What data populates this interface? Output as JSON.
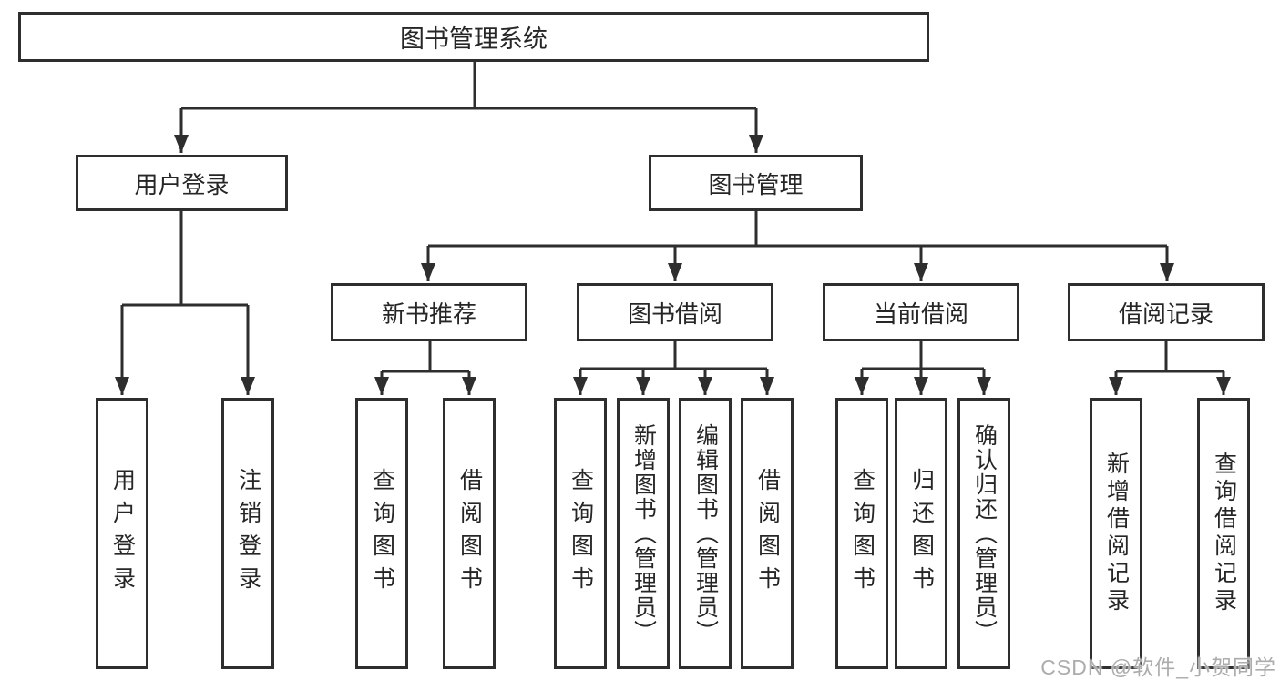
{
  "diagram": {
    "root": {
      "label": "图书管理系统"
    },
    "level2": [
      {
        "label": "用户登录"
      },
      {
        "label": "图书管理"
      }
    ],
    "level3": [
      {
        "label": "新书推荐"
      },
      {
        "label": "图书借阅"
      },
      {
        "label": "当前借阅"
      },
      {
        "label": "借阅记录"
      }
    ],
    "leaves": [
      {
        "label": "用户登录"
      },
      {
        "label": "注销登录"
      },
      {
        "label": "查询图书"
      },
      {
        "label": "借阅图书"
      },
      {
        "label": "查询图书"
      },
      {
        "label": "新增图书（管理员）"
      },
      {
        "label": "编辑图书（管理员）"
      },
      {
        "label": "借阅图书"
      },
      {
        "label": "查询图书"
      },
      {
        "label": "归还图书"
      },
      {
        "label": "确认归还（管理员）"
      },
      {
        "label": "新增借阅记录"
      },
      {
        "label": "查询借阅记录"
      }
    ]
  },
  "watermark": {
    "text": "CSDN @软件_小贺同学"
  },
  "colors": {
    "line": "#2e2e2e",
    "text": "#262626",
    "box_background": "#ffffff",
    "watermark": "#acacac"
  }
}
